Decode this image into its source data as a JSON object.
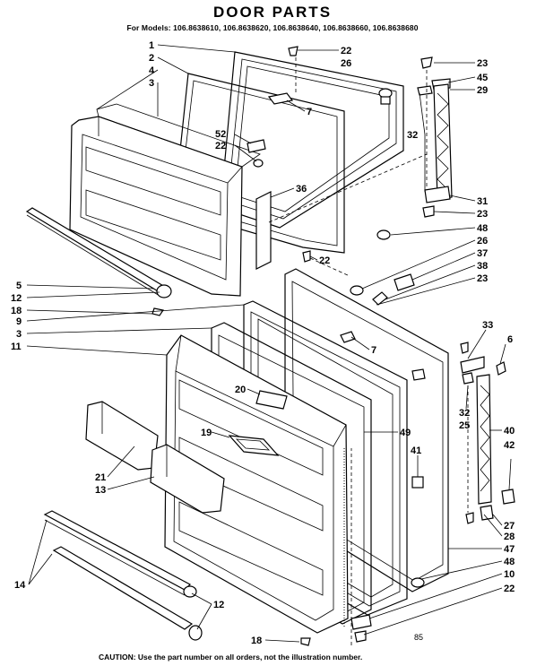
{
  "header": {
    "title": "DOOR PARTS",
    "models": "For Models: 106.8638610, 106.8638620, 106.8638640, 106.8638660, 106.8638680"
  },
  "footer": {
    "caution": "CAUTION: Use the part number on all orders, not the illustration number.",
    "code": "85"
  },
  "callouts": [
    "1",
    "2",
    "4",
    "3",
    "7",
    "52",
    "22",
    "36",
    "5",
    "12",
    "18",
    "9",
    "3",
    "11",
    "20",
    "19",
    "21",
    "13",
    "14",
    "12",
    "18",
    "22",
    "26",
    "23",
    "45",
    "29",
    "32",
    "31",
    "23",
    "48",
    "26",
    "37",
    "38",
    "23",
    "22",
    "7",
    "33",
    "6",
    "32",
    "25",
    "40",
    "42",
    "49",
    "41",
    "27",
    "28",
    "47",
    "48",
    "10",
    "22"
  ]
}
